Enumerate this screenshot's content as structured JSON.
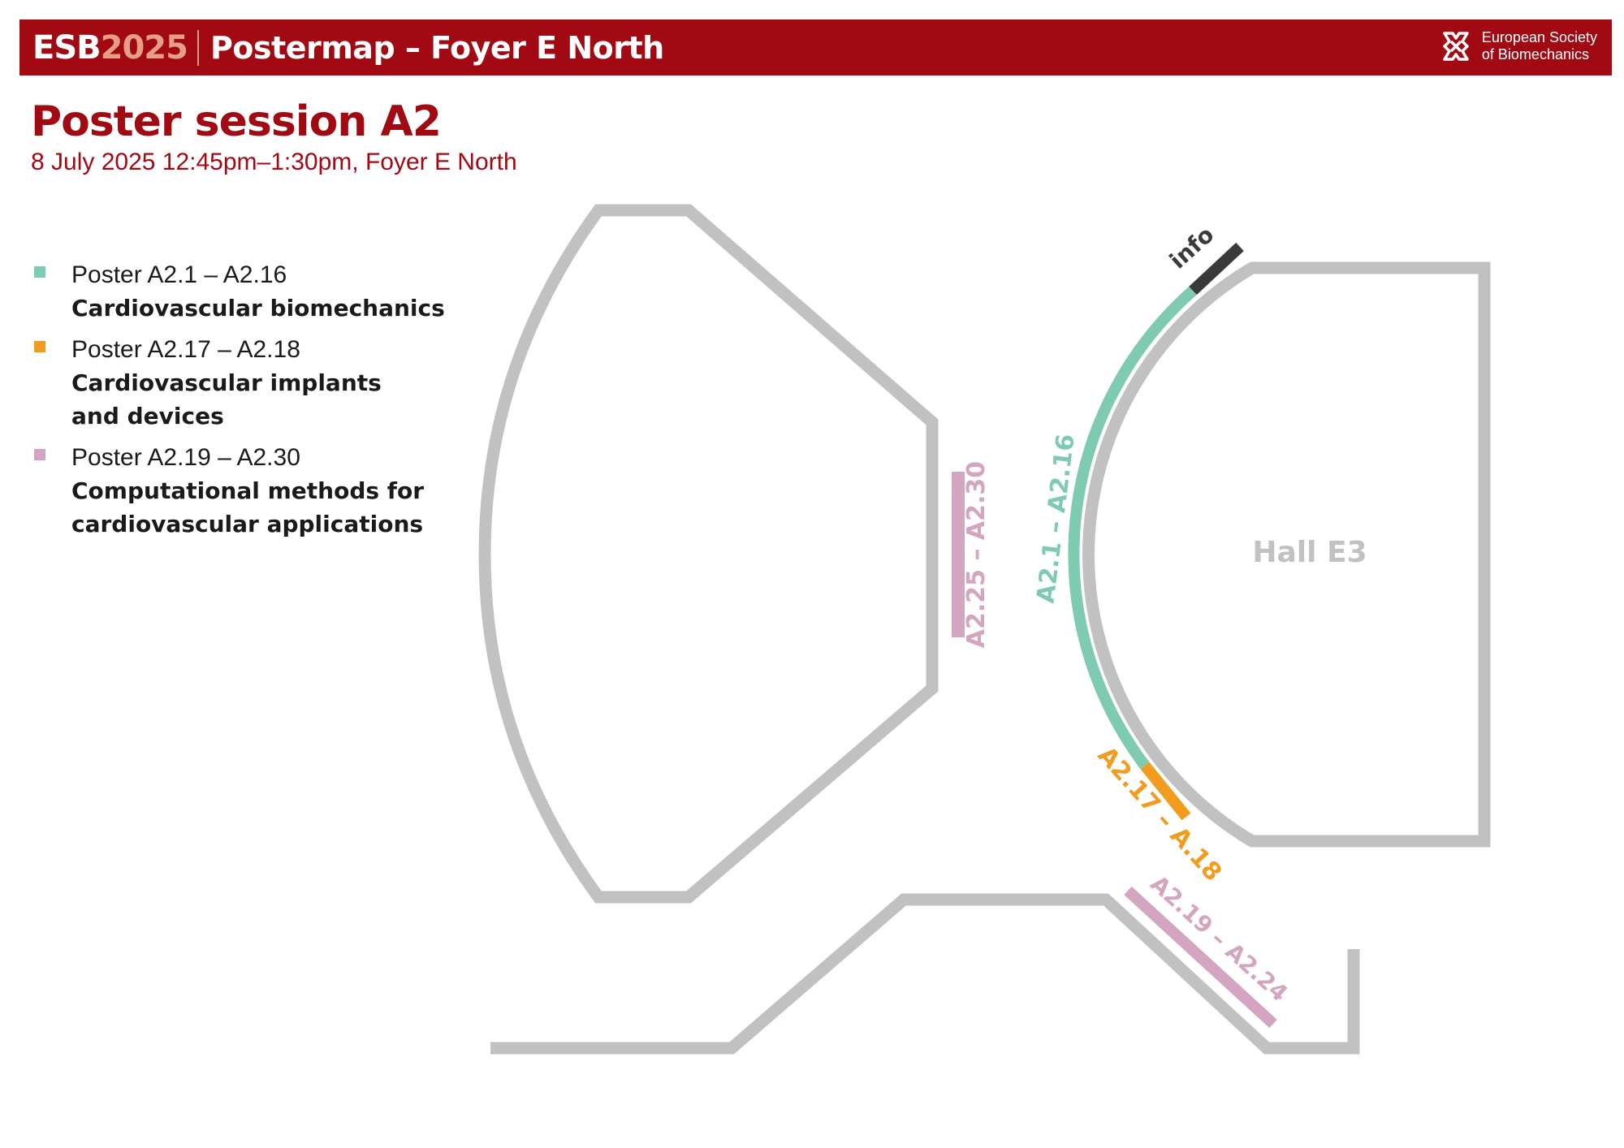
{
  "header": {
    "brand_prefix": "ESB",
    "brand_year": "2025",
    "title": "Postermap – Foyer E North",
    "society_line1": "European Society",
    "society_line2": "of Biomechanics"
  },
  "session": {
    "title": "Poster session A2",
    "subtitle": "8 July 2025 12:45pm–1:30pm, Foyer E North"
  },
  "legend": [
    {
      "range": "Poster A2.1 – A2.16",
      "topic": "Cardiovascular biomechanics",
      "color": "#7fcbb0"
    },
    {
      "range": "Poster A2.17 – A2.18",
      "topic": "Cardiovascular implants\nand devices",
      "color": "#f29c1f"
    },
    {
      "range": "Poster A2.19 – A2.30",
      "topic": "Computational methods for\ncardiovascular applications",
      "color": "#d4a5c0"
    }
  ],
  "map": {
    "hall_label": "Hall E3",
    "info_label": "info",
    "labels": {
      "a2_1_16": "A2.1 – A2.16",
      "a2_17_18": "A2.17 – A.18",
      "a2_19_24": "A2.19 – A2.24",
      "a2_25_30": "A2.25 – A2.30"
    },
    "colors": {
      "wall": "#c1c1c1",
      "green": "#7fcbb0",
      "orange": "#f29c1f",
      "pink": "#d4a5c0",
      "info": "#3a3a3a",
      "accent": "#a10a13"
    }
  }
}
